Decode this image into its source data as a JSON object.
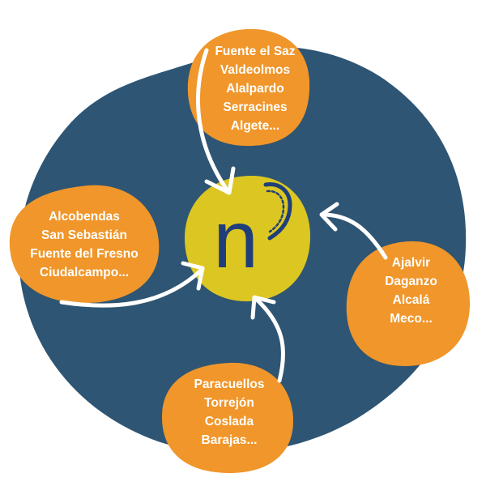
{
  "colors": {
    "background_blob": "#2e5573",
    "bubble": "#f0962a",
    "center": "#dcc621",
    "logo_letter": "#1e3f7a",
    "arrow": "#ffffff",
    "text": "#ffffff"
  },
  "logo": {
    "letter": "n",
    "icon": "horseshoe-arc-icon"
  },
  "bubbles": {
    "top": {
      "lines": [
        "Fuente el Saz",
        "Valdeolmos",
        "Alalpardo",
        "Serracines",
        "Algete..."
      ]
    },
    "left": {
      "lines": [
        "Alcobendas",
        "San Sebastián",
        "Fuente del Fresno",
        "Ciudalcampo..."
      ]
    },
    "right": {
      "lines": [
        "Ajalvir",
        "Daganzo",
        "Alcalá",
        "Meco..."
      ]
    },
    "bottom": {
      "lines": [
        "Paracuellos",
        "Torrejón",
        "Coslada",
        "Barajas..."
      ]
    }
  }
}
